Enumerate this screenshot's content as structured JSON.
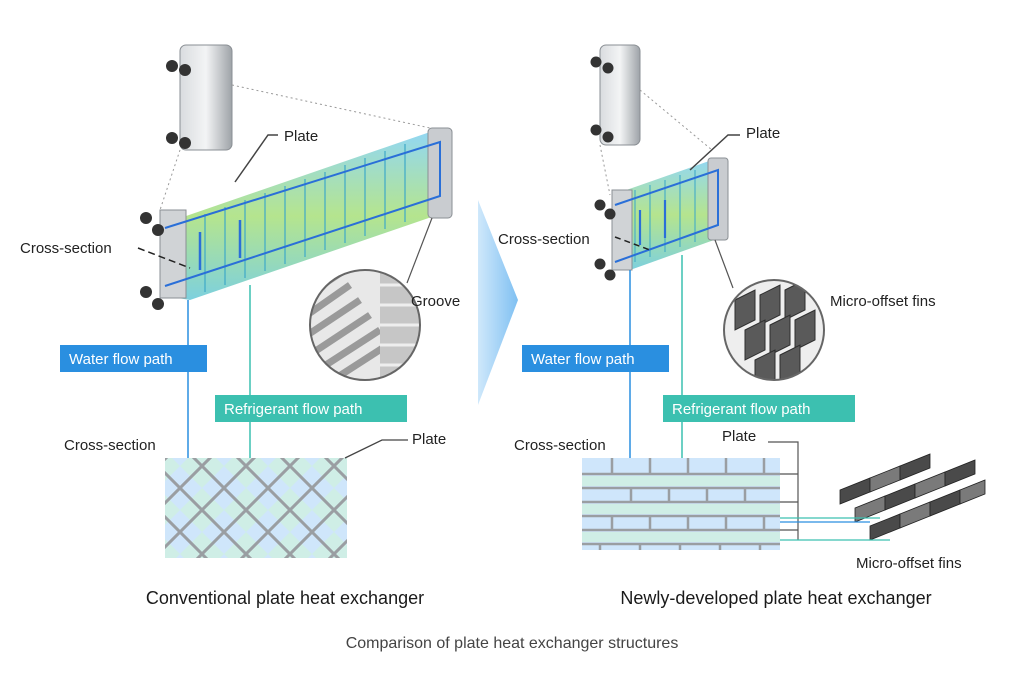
{
  "caption": "Comparison of plate heat exchanger structures",
  "conventional": {
    "title": "Conventional plate heat exchanger",
    "plate_label": "Plate",
    "cross_section_label": "Cross-section",
    "groove_label": "Groove",
    "water_flow_label": "Water flow path",
    "refrigerant_flow_label": "Refrigerant flow path",
    "cross_section_label_2": "Cross-section",
    "plate_label_2": "Plate"
  },
  "new": {
    "title": "Newly-developed plate heat exchanger",
    "plate_label": "Plate",
    "cross_section_label": "Cross-section",
    "fins_label": "Micro-offset fins",
    "water_flow_label": "Water flow path",
    "refrigerant_flow_label": "Refrigerant flow path",
    "cross_section_label_2": "Cross-section",
    "plate_label_2": "Plate",
    "fins_label_2": "Micro-offset fins"
  },
  "colors": {
    "water": "#2a8fe0",
    "refrigerant": "#3cc0b0",
    "arrow": "#7fc0f2",
    "plate_gray": "#b8bcc0"
  },
  "icons": [
    "exchanger-unit-icon",
    "right-arrow-icon",
    "groove-magnifier-icon",
    "fin-magnifier-icon",
    "fin-3d-icon"
  ]
}
